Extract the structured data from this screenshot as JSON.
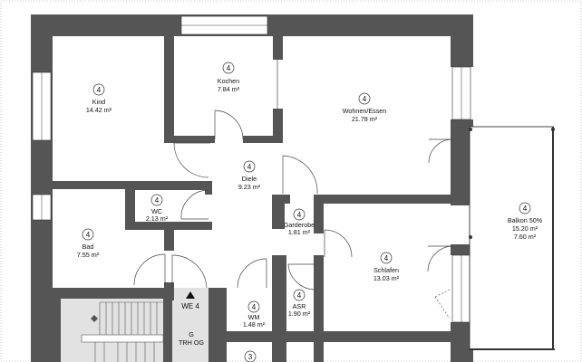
{
  "colors": {
    "wall": "#555555",
    "floor": "#ffffff",
    "stair": "#e2e2e2",
    "stroke": "#333333"
  },
  "unit_label": "WE 4",
  "stair_label_line1": "G",
  "stair_label_line2": "TRH OG",
  "rooms": {
    "kind": {
      "num": "4",
      "name": "Kind",
      "area": "14.42 m²"
    },
    "kochen": {
      "num": "4",
      "name": "Kochen",
      "area": "7.84 m²"
    },
    "wohnen": {
      "num": "4",
      "name": "Wohnen/Essen",
      "area": "21.78 m²"
    },
    "diele": {
      "num": "4",
      "name": "Diele",
      "area": "9.23 m²"
    },
    "wc": {
      "num": "4",
      "name": "WC",
      "area": "2.13 m²"
    },
    "bad": {
      "num": "4",
      "name": "Bad",
      "area": "7.55 m²"
    },
    "garderobe": {
      "num": "4",
      "name": "Garderobe",
      "area": "1.81 m²"
    },
    "schlafen": {
      "num": "4",
      "name": "Schlafen",
      "area": "13.03 m²"
    },
    "balkon": {
      "num": "4",
      "name": "Balkon 50%",
      "area": "15.20 m²",
      "area2": "7.60 m²"
    },
    "wm": {
      "num": "4",
      "name": "WM",
      "area": "1.48 m²"
    },
    "asr": {
      "num": "4",
      "name": "ASR",
      "area": "1.90 m²"
    },
    "next": {
      "num": "3"
    }
  }
}
